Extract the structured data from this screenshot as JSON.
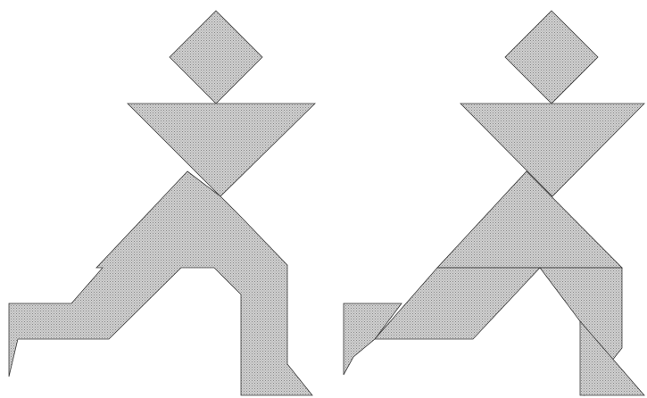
{
  "figures": [
    {
      "name": "tangram-runner-solid",
      "fill_color": "#c8c8c8",
      "outline_color": "#3a3a3a",
      "pieces": [
        "head-square",
        "shoulder-triangle",
        "body-polygon"
      ]
    },
    {
      "name": "tangram-runner-dissected",
      "fill_color": "#c8c8c8",
      "outline_color": "#3a3a3a",
      "pieces": [
        "head-square",
        "shoulder-triangle",
        "body-pieces"
      ]
    }
  ]
}
